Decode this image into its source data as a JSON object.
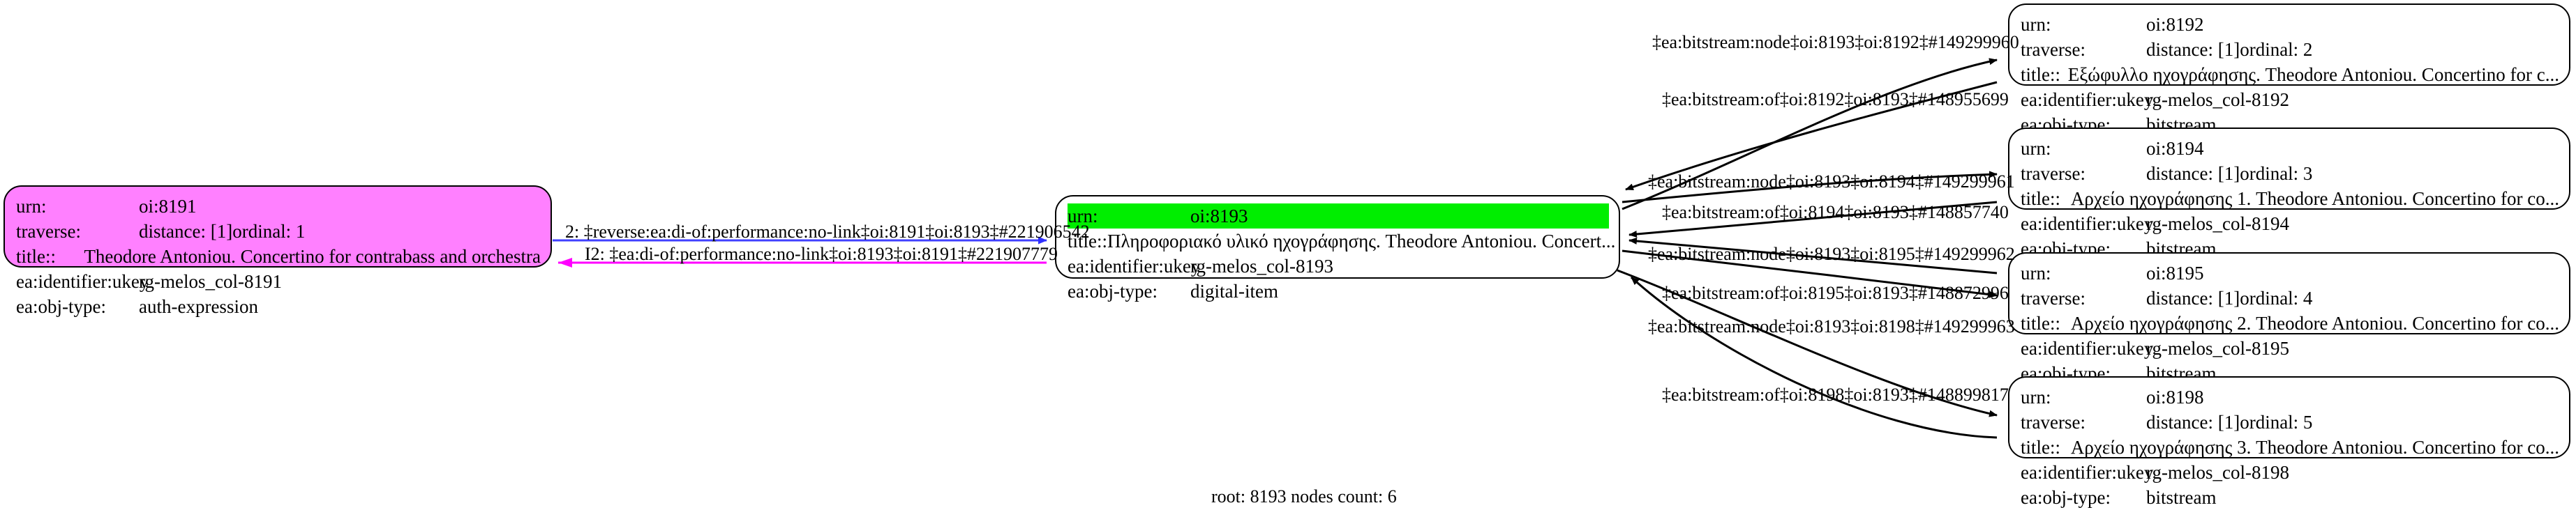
{
  "graph": {
    "caption": "root: 8193 nodes count: 6",
    "field_labels": {
      "urn": "urn:",
      "traverse": "traverse:",
      "title": "title::",
      "ukey": "ea:identifier:ukey",
      "objtype": "ea:obj-type:"
    },
    "colors": {
      "source_node_fill": "#ff80ff",
      "root_highlight_fill": "#00ee00",
      "node_stroke": "#000000",
      "edge_stroke": "#000000",
      "forward_edge": "#4040ff",
      "reverse_edge": "#ff00ff",
      "background": "#ffffff"
    }
  },
  "nodes": {
    "source": {
      "urn": "oi:8191",
      "traverse_distance": "distance: [1]",
      "traverse_ordinal": "ordinal: 1",
      "title": "Theodore Antoniou. Concertino for contrabass and orchestra",
      "ukey": "rg-melos_col-8191",
      "objtype": "auth-expression"
    },
    "root": {
      "urn": "oi:8193",
      "title": "Πληροφοριακό υλικό ηχογράφησης. Theodore Antoniou. Concert...",
      "ukey": "rg-melos_col-8193",
      "objtype": "digital-item"
    },
    "targets": [
      {
        "urn": "oi:8192",
        "traverse_distance": "distance: [1]",
        "traverse_ordinal": "ordinal: 2",
        "title": "Εξώφυλλο ηχογράφησης.  Theodore Antoniou. Concertino for c...",
        "ukey": "rg-melos_col-8192",
        "objtype": "bitstream"
      },
      {
        "urn": "oi:8194",
        "traverse_distance": "distance: [1]",
        "traverse_ordinal": "ordinal: 3",
        "title": "Αρχείο ηχογράφησης 1. Theodore Antoniou. Concertino for co...",
        "ukey": "rg-melos_col-8194",
        "objtype": "bitstream"
      },
      {
        "urn": "oi:8195",
        "traverse_distance": "distance: [1]",
        "traverse_ordinal": "ordinal: 4",
        "title": "Αρχείο ηχογράφησης 2. Theodore Antoniou. Concertino for co...",
        "ukey": "rg-melos_col-8195",
        "objtype": "bitstream"
      },
      {
        "urn": "oi:8198",
        "traverse_distance": "distance: [1]",
        "traverse_ordinal": "ordinal: 5",
        "title": "Αρχείο ηχογράφησης 3. Theodore Antoniou. Concertino for co...",
        "ukey": "rg-melos_col-8198",
        "objtype": "bitstream"
      }
    ]
  },
  "edges": {
    "left_forward": "2: ‡reverse:ea:di-of:performance:no-link‡oi:8191‡oi:8193‡#221906542",
    "left_reverse": "I2: ‡ea:di-of:performance:no-link‡oi:8193‡oi:8191‡#221907779",
    "right": [
      "‡ea:bitstream:node‡oi:8193‡oi:8192‡#149299960",
      "‡ea:bitstream:of‡oi:8192‡oi:8193‡#148955699",
      "‡ea:bitstream:node‡oi:8193‡oi:8194‡#149299961",
      "‡ea:bitstream:of‡oi:8194‡oi:8193‡#148857740",
      "‡ea:bitstream:node‡oi:8193‡oi:8195‡#149299962",
      "‡ea:bitstream:of‡oi:8195‡oi:8193‡#148872996",
      "‡ea:bitstream:node‡oi:8193‡oi:8198‡#149299963",
      "‡ea:bitstream:of‡oi:8198‡oi:8193‡#148899817"
    ]
  }
}
